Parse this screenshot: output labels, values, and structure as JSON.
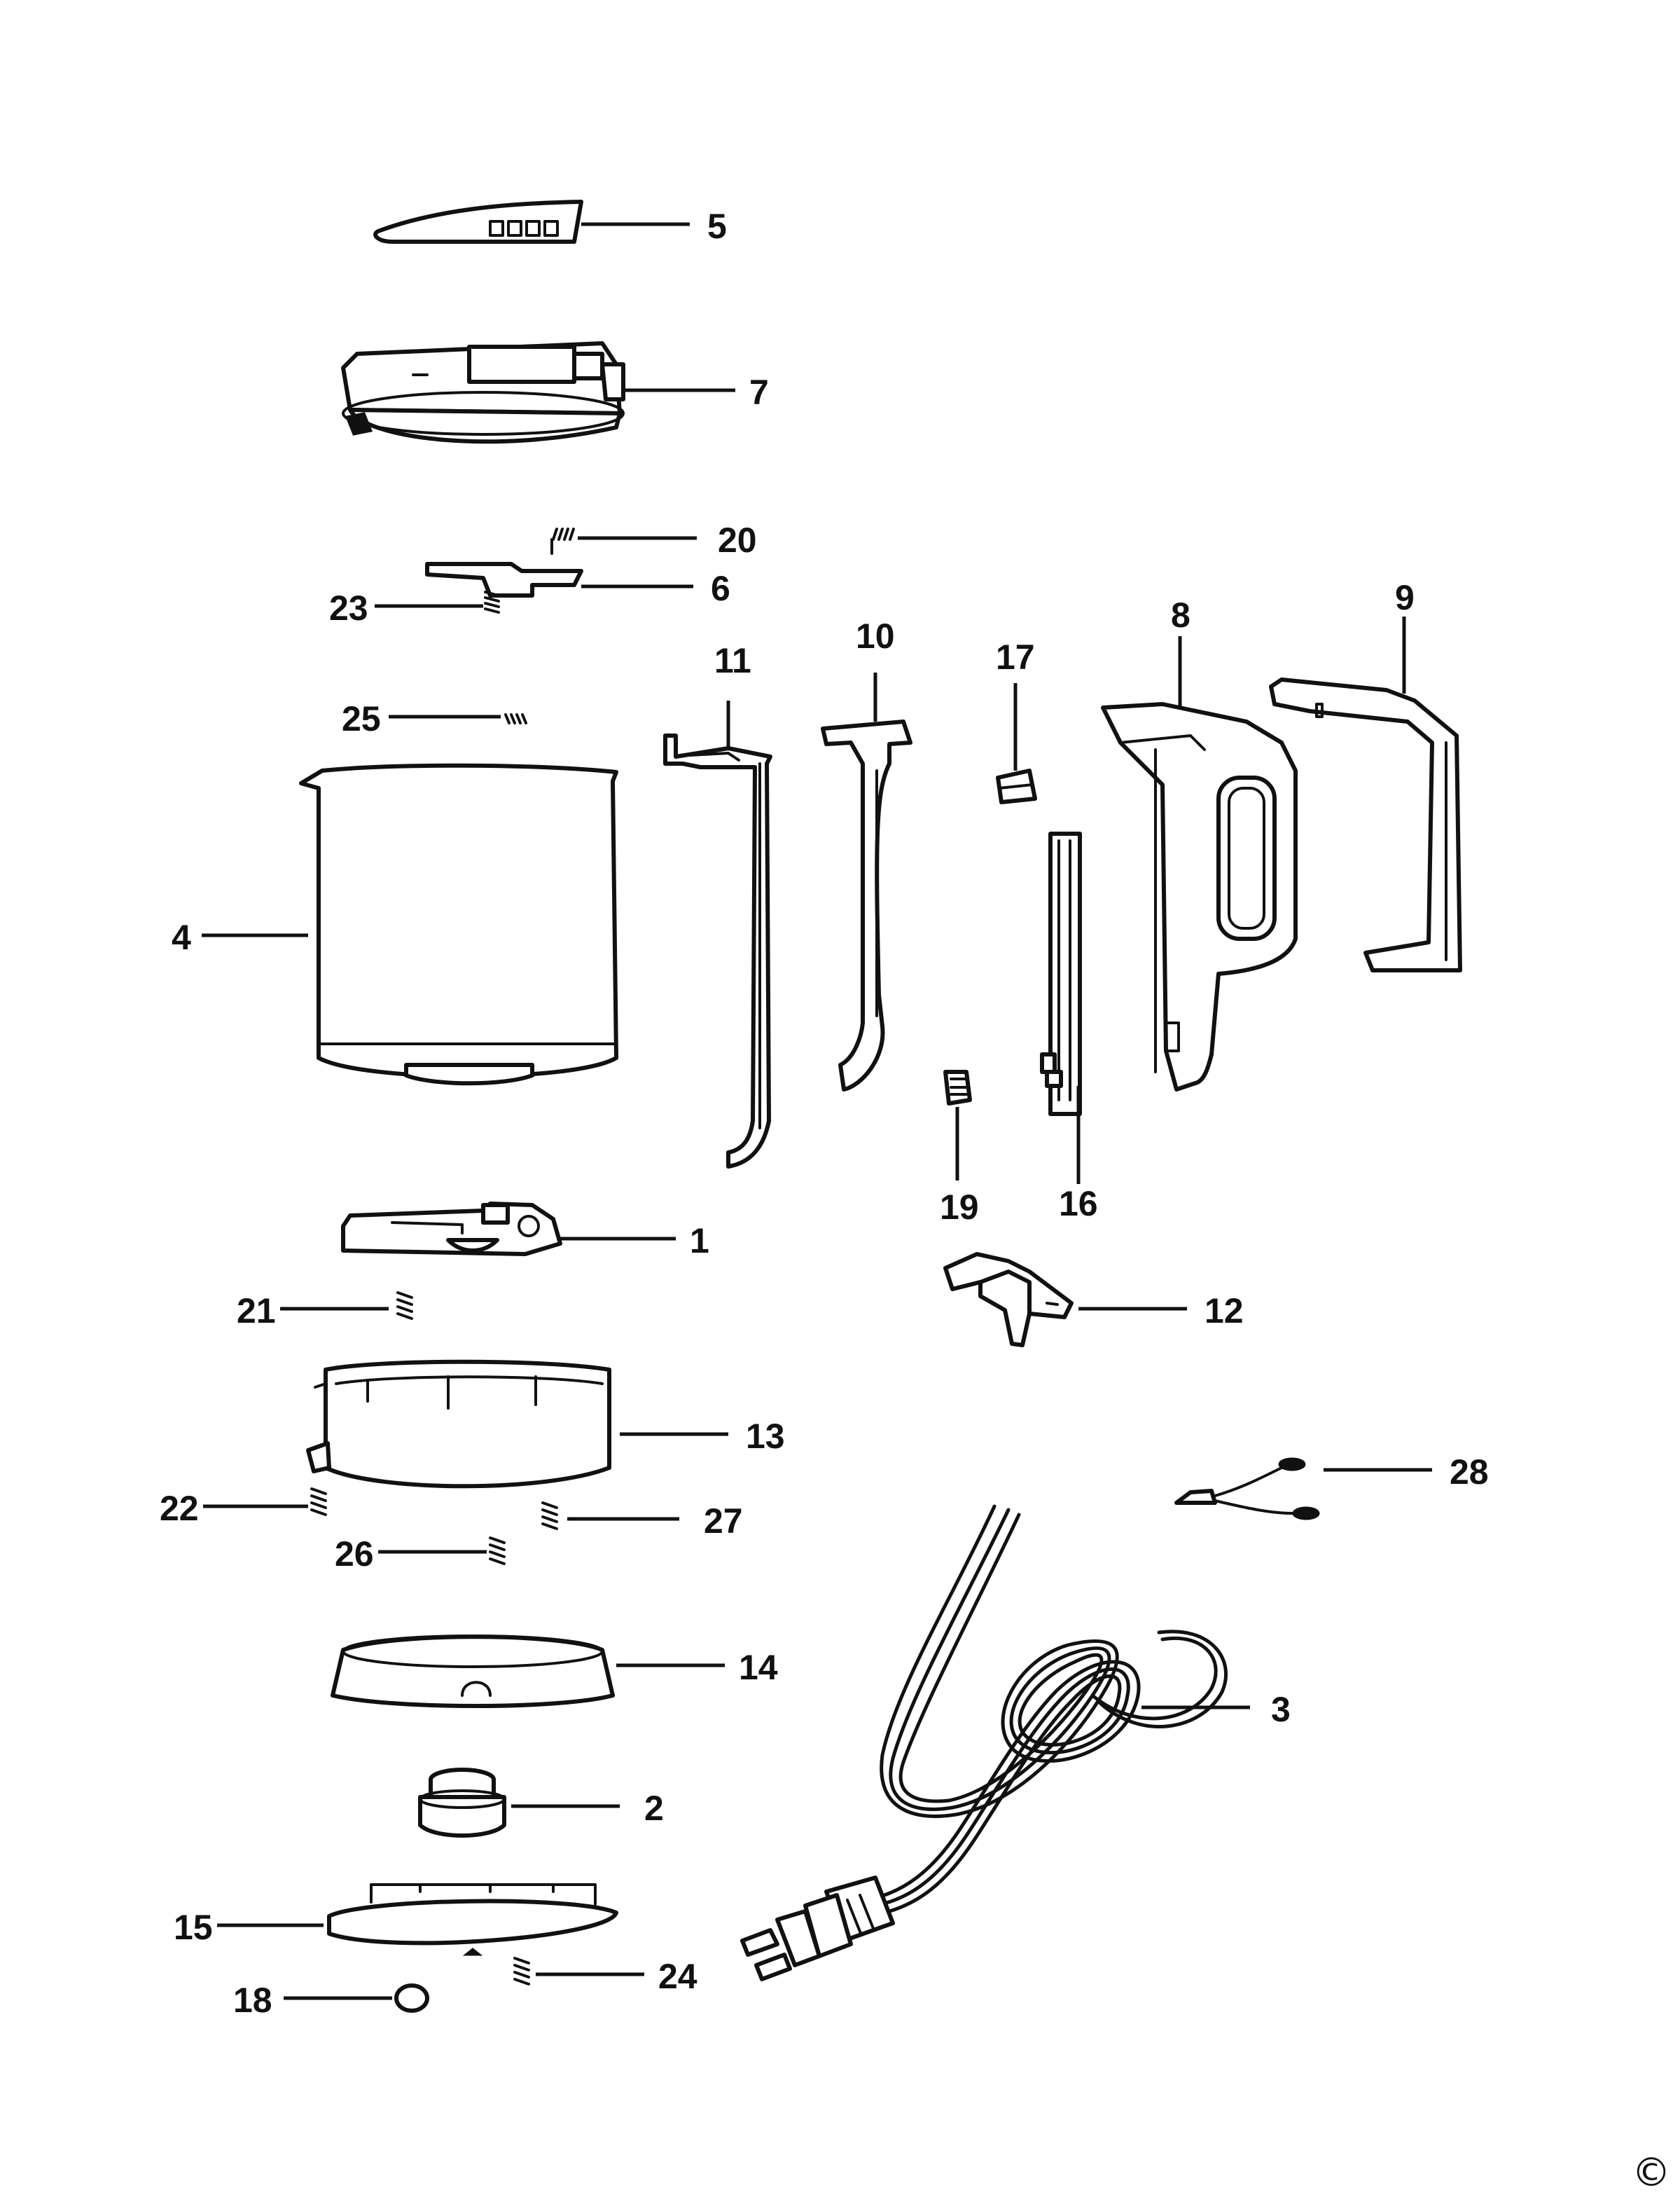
{
  "labels": [
    "1",
    "2",
    "3",
    "4",
    "5",
    "6",
    "7",
    "8",
    "9",
    "10",
    "11",
    "12",
    "13",
    "14",
    "15",
    "16",
    "17",
    "18",
    "19",
    "20",
    "21",
    "22",
    "23",
    "24",
    "25",
    "26",
    "27",
    "28"
  ],
  "copyright_symbol": "©",
  "colors": {
    "line": "#111111",
    "background": "#ffffff",
    "shade": "#9a9a9a"
  }
}
